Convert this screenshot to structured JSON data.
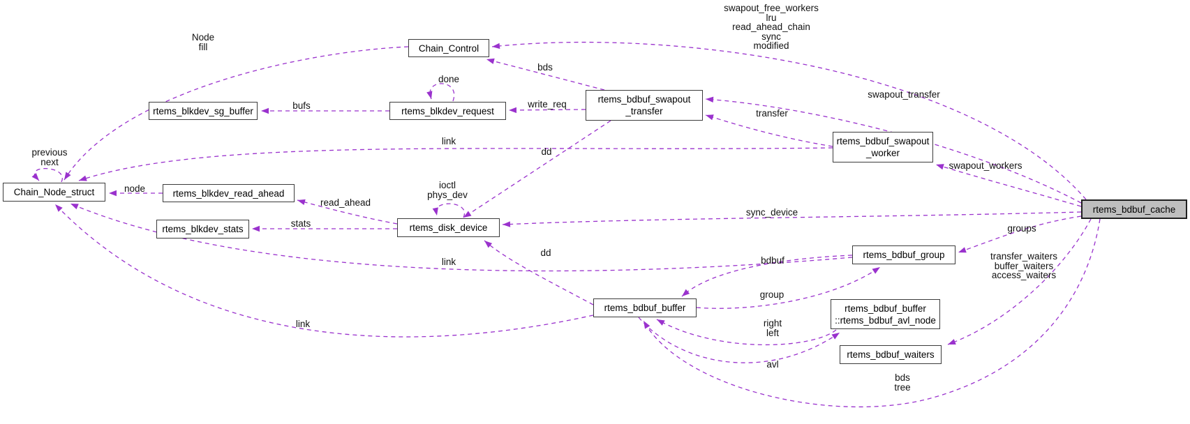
{
  "diagram": {
    "title": "rtems_bdbuf_cache collaboration graph",
    "colors": {
      "background": "#ffffff",
      "edge": "#9a32cd",
      "node_border": "#3b3b3b",
      "node_fill": "#ffffff",
      "highlight_fill": "#bfbfbf",
      "text": "#000000"
    },
    "nodes": [
      {
        "id": "chain_control",
        "label": "Chain_Control",
        "highlighted": false
      },
      {
        "id": "blkdev_sg_buffer",
        "label": "rtems_blkdev_sg_buffer",
        "highlighted": false
      },
      {
        "id": "blkdev_request",
        "label": "rtems_blkdev_request",
        "highlighted": false
      },
      {
        "id": "swapout_transfer",
        "label": "rtems_bdbuf_swapout\n_transfer",
        "highlighted": false
      },
      {
        "id": "swapout_worker",
        "label": "rtems_bdbuf_swapout\n_worker",
        "highlighted": false
      },
      {
        "id": "chain_node",
        "label": "Chain_Node_struct",
        "highlighted": false
      },
      {
        "id": "blkdev_read_ahead",
        "label": "rtems_blkdev_read_ahead",
        "highlighted": false
      },
      {
        "id": "blkdev_stats",
        "label": "rtems_blkdev_stats",
        "highlighted": false
      },
      {
        "id": "disk_device",
        "label": "rtems_disk_device",
        "highlighted": false
      },
      {
        "id": "bdbuf_group",
        "label": "rtems_bdbuf_group",
        "highlighted": false
      },
      {
        "id": "bdbuf_buffer",
        "label": "rtems_bdbuf_buffer",
        "highlighted": false
      },
      {
        "id": "bdbuf_avl_node",
        "label": "rtems_bdbuf_buffer\n::rtems_bdbuf_avl_node",
        "highlighted": false
      },
      {
        "id": "bdbuf_waiters",
        "label": "rtems_bdbuf_waiters",
        "highlighted": false
      },
      {
        "id": "bdbuf_cache",
        "label": "rtems_bdbuf_cache",
        "highlighted": true
      }
    ],
    "edges": [
      {
        "id": "node_fill",
        "from": "chain_control",
        "to": "chain_node",
        "label": "Node\nfill"
      },
      {
        "id": "cache_chains",
        "from": "bdbuf_cache",
        "to": "chain_control",
        "label": "swapout_free_workers\nlru\nread_ahead_chain\nsync\nmodified"
      },
      {
        "id": "bds",
        "from": "swapout_transfer",
        "to": "chain_control",
        "label": "bds"
      },
      {
        "id": "done",
        "from": "blkdev_request",
        "to": "blkdev_request",
        "label": "done"
      },
      {
        "id": "bufs",
        "from": "blkdev_request",
        "to": "blkdev_sg_buffer",
        "label": "bufs"
      },
      {
        "id": "write_req",
        "from": "swapout_transfer",
        "to": "blkdev_request",
        "label": "write_req"
      },
      {
        "id": "swapout_transfer_edge",
        "from": "bdbuf_cache",
        "to": "swapout_transfer",
        "label": "swapout_transfer"
      },
      {
        "id": "transfer",
        "from": "swapout_worker",
        "to": "swapout_transfer",
        "label": "transfer"
      },
      {
        "id": "swapout_workers",
        "from": "bdbuf_cache",
        "to": "swapout_worker",
        "label": "swapout_workers"
      },
      {
        "id": "prev_next",
        "from": "chain_node",
        "to": "chain_node",
        "label": "previous\nnext"
      },
      {
        "id": "node",
        "from": "blkdev_read_ahead",
        "to": "chain_node",
        "label": "node"
      },
      {
        "id": "worker_link",
        "from": "swapout_worker",
        "to": "chain_node",
        "label": "link"
      },
      {
        "id": "group_link",
        "from": "bdbuf_group",
        "to": "chain_node",
        "label": "link"
      },
      {
        "id": "buffer_link",
        "from": "bdbuf_buffer",
        "to": "chain_node",
        "label": "link"
      },
      {
        "id": "ioctl_phys",
        "from": "disk_device",
        "to": "disk_device",
        "label": "ioctl\nphys_dev"
      },
      {
        "id": "read_ahead",
        "from": "disk_device",
        "to": "blkdev_read_ahead",
        "label": "read_ahead"
      },
      {
        "id": "stats",
        "from": "disk_device",
        "to": "blkdev_stats",
        "label": "stats"
      },
      {
        "id": "dd_transfer",
        "from": "swapout_transfer",
        "to": "disk_device",
        "label": "dd"
      },
      {
        "id": "dd_buffer",
        "from": "bdbuf_buffer",
        "to": "disk_device",
        "label": "dd"
      },
      {
        "id": "sync_device",
        "from": "bdbuf_cache",
        "to": "disk_device",
        "label": "sync_device"
      },
      {
        "id": "groups",
        "from": "bdbuf_cache",
        "to": "bdbuf_group",
        "label": "groups"
      },
      {
        "id": "bdbuf",
        "from": "bdbuf_group",
        "to": "bdbuf_buffer",
        "label": "bdbuf"
      },
      {
        "id": "group",
        "from": "bdbuf_buffer",
        "to": "bdbuf_group",
        "label": "group"
      },
      {
        "id": "right_left",
        "from": "bdbuf_avl_node",
        "to": "bdbuf_buffer",
        "label": "right\nleft"
      },
      {
        "id": "avl",
        "from": "bdbuf_buffer",
        "to": "bdbuf_avl_node",
        "label": "avl"
      },
      {
        "id": "waiters",
        "from": "bdbuf_cache",
        "to": "bdbuf_waiters",
        "label": "transfer_waiters\nbuffer_waiters\naccess_waiters"
      },
      {
        "id": "bds_tree",
        "from": "bdbuf_cache",
        "to": "bdbuf_buffer",
        "label": "bds\ntree"
      }
    ]
  }
}
